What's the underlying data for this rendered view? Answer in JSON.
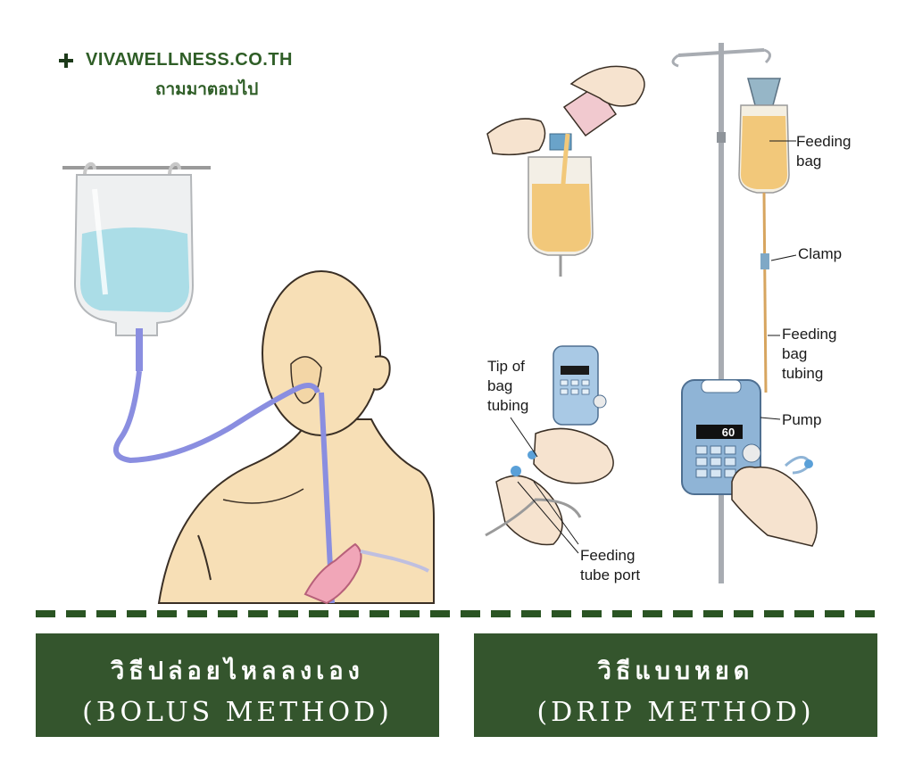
{
  "brand": {
    "site": "VIVAWELLNESS.CO.TH",
    "tagline": "ถามมาตอบไป",
    "icon": "plus-icon"
  },
  "diagram_labels": {
    "feeding_bag": "Feeding\nbag",
    "clamp": "Clamp",
    "feeding_bag_tubing": "Feeding\nbag\ntubing",
    "pump": "Pump",
    "pump_display": "60",
    "tip_of_bag_tubing": "Tip of\nbag\ntubing",
    "feeding_tube_port": "Feeding\ntube port"
  },
  "methods": [
    {
      "thai": "วิธีปล่อยไหลลงเอง",
      "english": "(BOLUS METHOD)"
    },
    {
      "thai": "วิธีแบบหยด",
      "english": "(DRIP METHOD)"
    }
  ],
  "colors": {
    "panel_bg": "#34552d",
    "brand_green": "#2f5e27",
    "divider": "#2a5423",
    "feed_fluid": "#f2c87a",
    "bolus_fluid": "#a6dbe6",
    "tubing": "#8a8ee0"
  }
}
